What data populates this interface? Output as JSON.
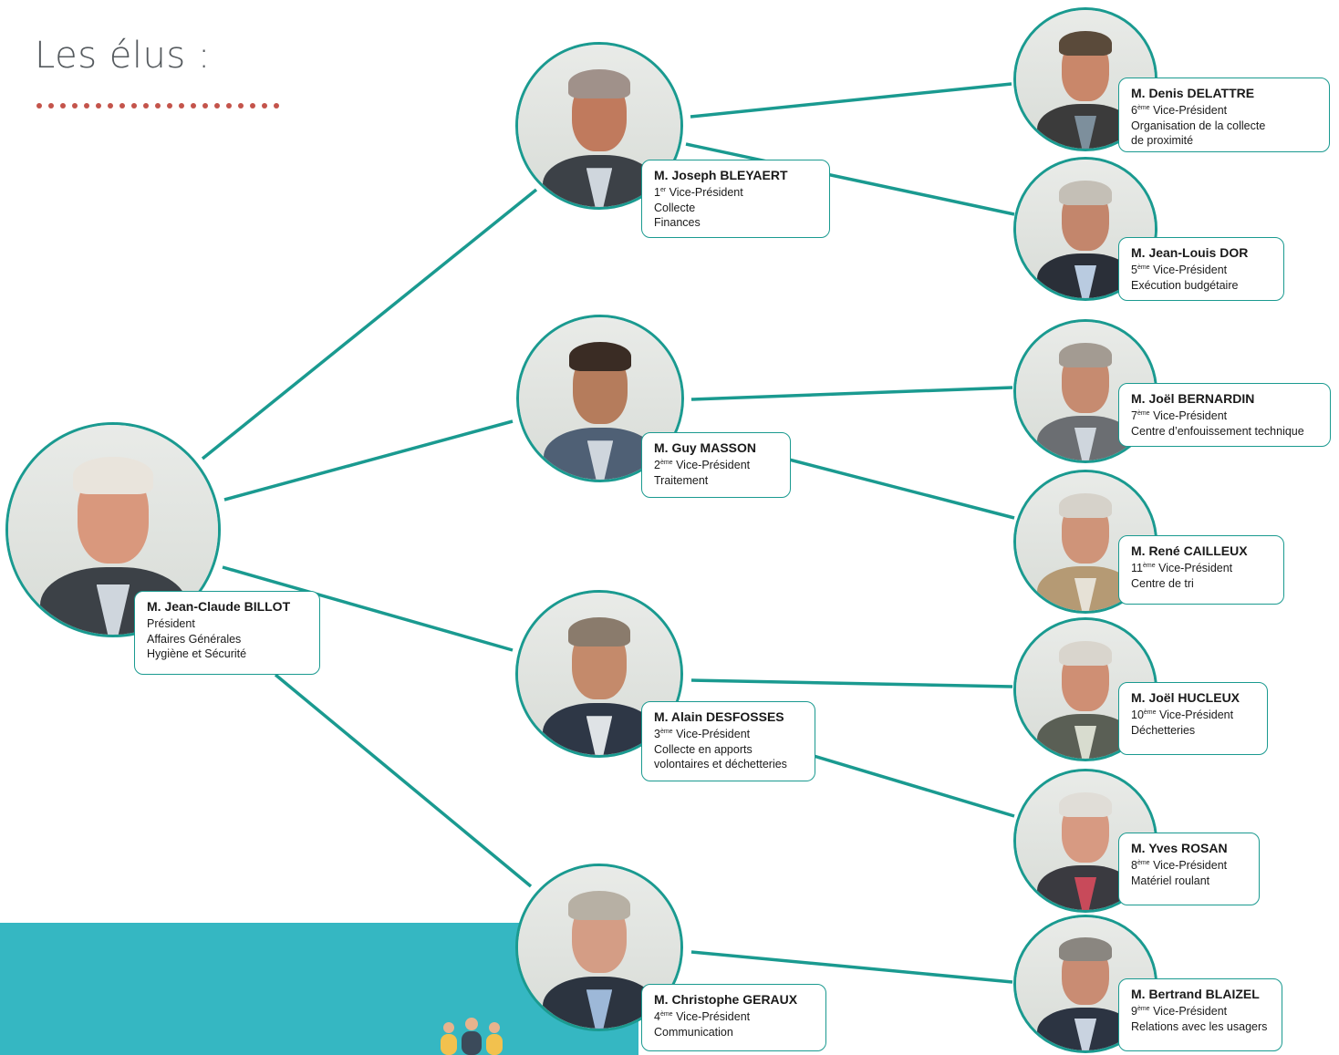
{
  "title": "Les élus :",
  "accent_color": "#1a9a90",
  "dot_color": "#c4544b",
  "panel_color": "#35b7c2",
  "panel_icon": "people-group-icon",
  "people": {
    "president": {
      "name": "M. Jean-Claude BILLOT",
      "role": "Président",
      "line1": "Affaires Générales",
      "line2": "Hygiène et Sécurité"
    },
    "vp1": {
      "name": "M. Joseph BLEYAERT",
      "rank": "1",
      "suffix": "er",
      "role": "Vice-Président",
      "line1": "Collecte",
      "line2": "Finances"
    },
    "vp2": {
      "name": "M. Guy MASSON",
      "rank": "2",
      "suffix": "ème",
      "role": "Vice-Président",
      "line1": "Traitement"
    },
    "vp3": {
      "name": "M. Alain DESFOSSES",
      "rank": "3",
      "suffix": "ème",
      "role": "Vice-Président",
      "line1": "Collecte en apports",
      "line2": "volontaires et déchetteries"
    },
    "vp4": {
      "name": "M. Christophe GERAUX",
      "rank": "4",
      "suffix": "ème",
      "role": "Vice-Président",
      "line1": "Communication"
    },
    "vp5": {
      "name": "M. Jean-Louis DOR",
      "rank": "5",
      "suffix": "ème",
      "role": "Vice-Président",
      "line1": "Exécution budgétaire"
    },
    "vp6": {
      "name": "M. Denis DELATTRE",
      "rank": "6",
      "suffix": "ème",
      "role": "Vice-Président",
      "line1": "Organisation de la collecte",
      "line2": "de proximité"
    },
    "vp7": {
      "name": "M. Joël BERNARDIN",
      "rank": "7",
      "suffix": "ème",
      "role": "Vice-Président",
      "line1": "Centre d’enfouissement technique"
    },
    "vp8": {
      "name": "M. Yves ROSAN",
      "rank": "8",
      "suffix": "ème",
      "role": "Vice-Président",
      "line1": "Matériel roulant"
    },
    "vp9": {
      "name": "M. Bertrand BLAIZEL",
      "rank": "9",
      "suffix": "ème",
      "role": "Vice-Président",
      "line1": "Relations avec les usagers"
    },
    "vp10": {
      "name": "M. Joël HUCLEUX",
      "rank": "10",
      "suffix": "ème",
      "role": "Vice-Président",
      "line1": "Déchetteries"
    },
    "vp11": {
      "name": "M. René CAILLEUX",
      "rank": "11",
      "suffix": "ème",
      "role": "Vice-Président",
      "line1": "Centre de tri"
    }
  }
}
